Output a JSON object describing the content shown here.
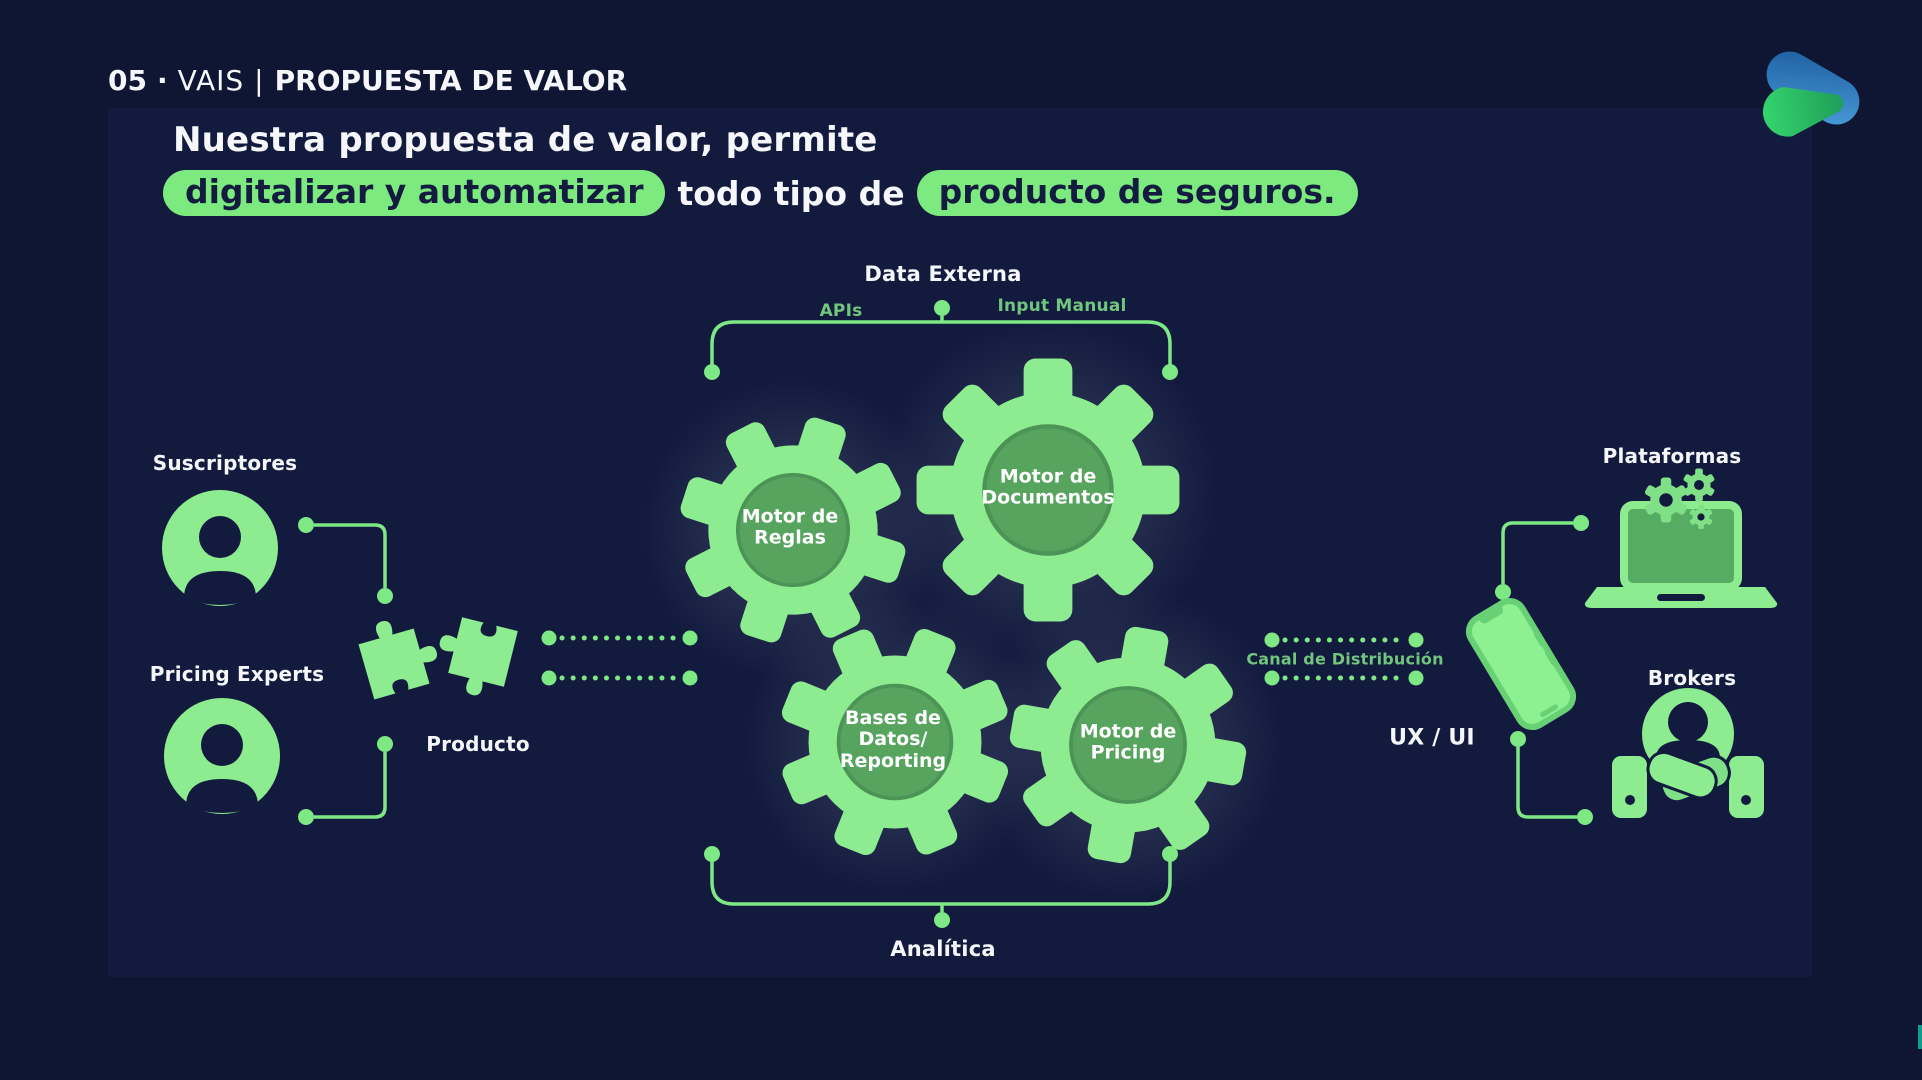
{
  "slide": {
    "header": {
      "number": "05",
      "dot": "·",
      "brand": "VAIS",
      "pipe": "|",
      "title": "PROPUESTA DE VALOR"
    },
    "headline": {
      "line1": "Nuestra propuesta de valor, permite",
      "highlight1": "digitalizar y automatizar",
      "connector": "todo tipo de",
      "highlight2": "producto de seguros."
    },
    "labels": {
      "data_externa": "Data Externa",
      "apis": "APIs",
      "input_manual": "Input Manual",
      "suscriptores": "Suscriptores",
      "pricing_experts": "Pricing Experts",
      "producto": "Producto",
      "canal_distribucion": "Canal de Distribución",
      "ux_ui": "UX / UI",
      "plataformas": "Plataformas",
      "brokers": "Brokers",
      "analitica": "Analítica"
    },
    "gears": [
      {
        "label": "Motor de\nReglas"
      },
      {
        "label": "Motor de\nDocumentos"
      },
      {
        "label": "Bases de\nDatos/\nReporting"
      },
      {
        "label": "Motor de\nPricing"
      }
    ],
    "colors": {
      "background": "#0E1634",
      "panel": "#121B3E",
      "green": "#8DEB90",
      "green_line": "#7DE884",
      "green_muted": "#72C57E",
      "gear_core": "#57A45F",
      "pill_green": "#7DEA80",
      "pill_text": "#131C3F",
      "white": "#F5F7FA",
      "logo_blue": "#3A8CCB",
      "logo_green": "#2EC86A"
    }
  }
}
